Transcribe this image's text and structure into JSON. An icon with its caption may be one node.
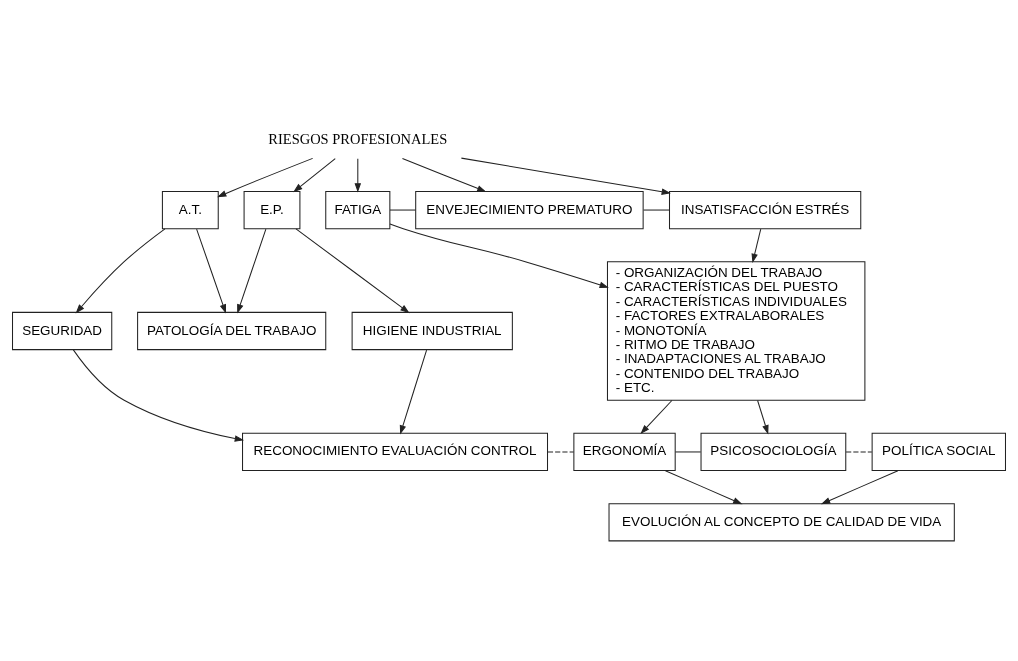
{
  "diagram": {
    "nodes": [
      {
        "text": [
          "RIESGOS PROFESIONALES"
        ]
      },
      {
        "text": [
          "A.T."
        ]
      },
      {
        "text": [
          "E.P."
        ]
      },
      {
        "text": [
          "FATIGA"
        ]
      },
      {
        "text": [
          "ENVEJECIMIENTO PREMATURO"
        ]
      },
      {
        "text": [
          "INSATISFACCIÓN ESTRÉS"
        ]
      },
      {
        "text": [
          "PATOLOGÍA DEL TRABAJO"
        ]
      },
      {
        "text": [
          "SEGURIDAD"
        ]
      },
      {
        "text": [
          "HIGIENE INDUSTRIAL"
        ]
      },
      {
        "text": [
          "- ORGANIZACIÓN DEL TRABAJO",
          "- CARACTERÍSTICAS DEL PUESTO",
          "- CARACTERÍSTICAS INDIVIDUALES",
          "- FACTORES EXTRALABORALES",
          "- MONOTONÍA",
          "- RITMO DE TRABAJO",
          "- INADAPTACIONES AL TRABAJO",
          "- CONTENIDO DEL TRABAJO",
          "- ETC."
        ]
      },
      {
        "text": [
          "RECONOCIMIENTO EVALUACIÓN CONTROL"
        ]
      },
      {
        "text": [
          "ERGONOMÍA"
        ]
      },
      {
        "text": [
          "PSICOSOCIOLOGÍA"
        ]
      },
      {
        "text": [
          "POLÍTICA SOCIAL"
        ]
      },
      {
        "text": [
          "EVOLUCIÓN AL CONCEPTO DE CALIDAD DE VIDA"
        ]
      }
    ],
    "edges": [
      {
        "from": 0,
        "to": 1,
        "arrow": "to"
      },
      {
        "from": 0,
        "to": 2,
        "arrow": "to"
      },
      {
        "from": 0,
        "to": 3,
        "arrow": "to"
      },
      {
        "from": 0,
        "to": 4,
        "arrow": "to"
      },
      {
        "from": 0,
        "to": 5,
        "arrow": "to"
      },
      {
        "from": 3,
        "to": 4,
        "arrow": "none"
      },
      {
        "from": 4,
        "to": 5,
        "arrow": "none"
      },
      {
        "from": 1,
        "to": 6,
        "arrow": "to"
      },
      {
        "from": 2,
        "to": 6,
        "arrow": "to"
      },
      {
        "from": 1,
        "to": 7,
        "arrow": "to"
      },
      {
        "from": 2,
        "to": 8,
        "arrow": "to"
      },
      {
        "from": 3,
        "to": 9,
        "arrow": "to"
      },
      {
        "from": 5,
        "to": 9,
        "arrow": "to"
      },
      {
        "from": 7,
        "to": 10,
        "arrow": "to"
      },
      {
        "from": 8,
        "to": 10,
        "arrow": "to"
      },
      {
        "from": 9,
        "to": 11,
        "arrow": "to"
      },
      {
        "from": 9,
        "to": 12,
        "arrow": "to"
      },
      {
        "from": 10,
        "to": 11,
        "arrow": "none",
        "style": "dashed"
      },
      {
        "from": 11,
        "to": 12,
        "arrow": "none"
      },
      {
        "from": 12,
        "to": 13,
        "arrow": "none",
        "style": "dashed"
      },
      {
        "from": 11,
        "to": 14,
        "arrow": "to"
      },
      {
        "from": 13,
        "to": 14,
        "arrow": "to"
      }
    ]
  }
}
